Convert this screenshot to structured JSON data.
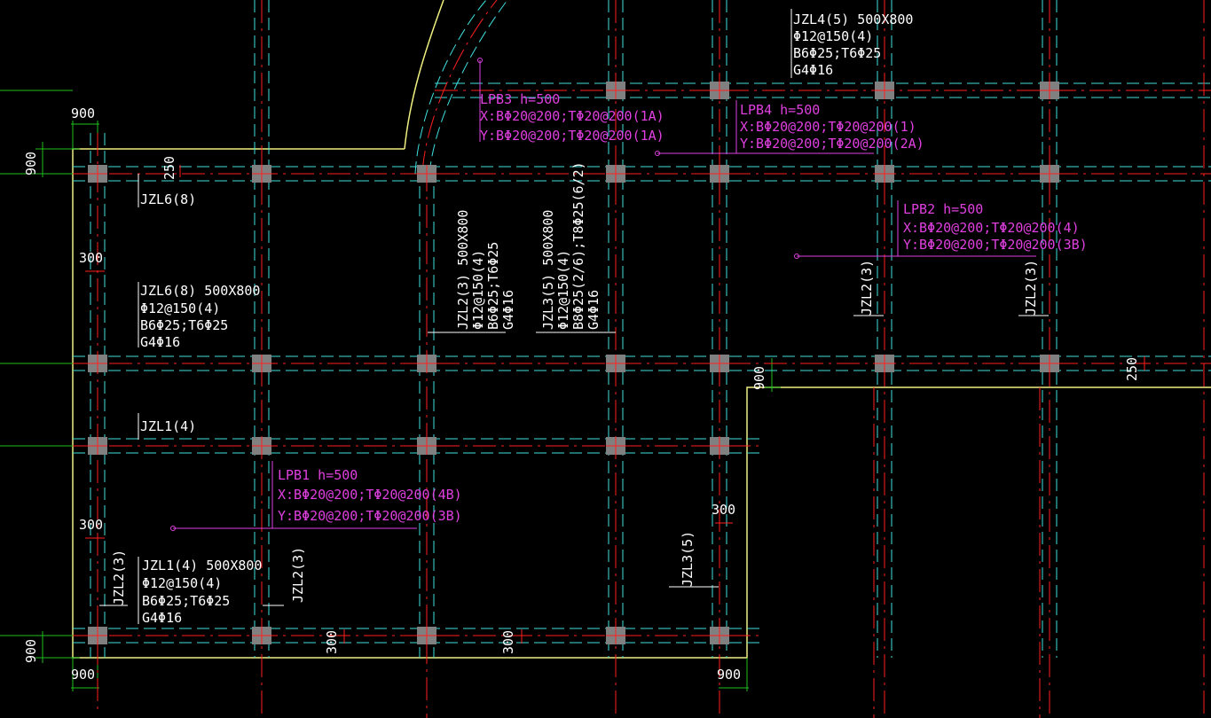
{
  "colors": {
    "background": "#000000",
    "axis": "#ff2020",
    "beam_edge": "#40e0e0",
    "outline": "#f0f080",
    "dimension": "#20c020",
    "text": "#ffffff",
    "slab_label": "#e040e0",
    "column": "#808080"
  },
  "dims": {
    "d900_top": "900",
    "d900_left_top": "900",
    "d250_top": "250",
    "d300_left_a": "300",
    "d300_left_b": "300",
    "d900_left_bottom": "900",
    "d900_bottom_left": "900",
    "d900_bottom_right": "900",
    "d300_bottom_a": "300",
    "d300_bottom_b": "300",
    "d300_right": "300",
    "d900_mid_right": "900",
    "d250_right": "250"
  },
  "beams": {
    "jzl6_short": "JZL6(8)",
    "jzl6_full": [
      "JZL6(8)   500X800",
      "Φ12@150(4)",
      "B6Φ25;T6Φ25",
      "G4Φ16"
    ],
    "jzl1_short": "JZL1(4)",
    "jzl1_full": [
      "JZL1(4)   500X800",
      "Φ12@150(4)",
      "B6Φ25;T6Φ25",
      "G4Φ16"
    ],
    "jzl4_full": [
      "JZL4(5)   500X800",
      "Φ12@150(4)",
      "B6Φ25;T6Φ25",
      "G4Φ16"
    ],
    "jzl2_full": [
      "JZL2(3)   500X800",
      "Φ12@150(4)",
      "B6Φ25;T6Φ25",
      "G4Φ16"
    ],
    "jzl3_full": [
      "JZL3(5)   500X800",
      "Φ12@150(4)",
      "B8Φ25(2/6);T8Φ25(6/2)",
      "G4Φ16"
    ],
    "jzl2_a": "JZL2(3)",
    "jzl2_b": "JZL2(3)",
    "jzl2_c": "JZL2(3)",
    "jzl2_d": "JZL2(3)",
    "jzl3_short": "JZL3(5)"
  },
  "slabs": {
    "lpb1": [
      "LPB1  h=500",
      "X:BΦ20@200;TΦ20@200(4B)",
      "Y:BΦ20@200;TΦ20@200(3B)"
    ],
    "lpb2": [
      "LPB2  h=500",
      "X:BΦ20@200;TΦ20@200(4)",
      "Y:BΦ20@200;TΦ20@200(3B)"
    ],
    "lpb3": [
      "LPB3  h=500",
      "X:BΦ20@200;TΦ20@200(1A)",
      "Y:BΦ20@200;TΦ20@200(1A)"
    ],
    "lpb4": [
      "LPB4  h=500",
      "X:BΦ20@200;TΦ20@200(1)",
      "Y:BΦ20@200;TΦ20@200(2A)"
    ]
  }
}
